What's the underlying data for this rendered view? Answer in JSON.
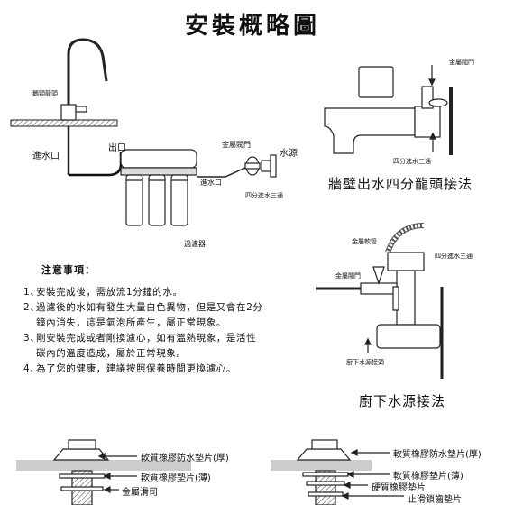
{
  "title": "安裝概略圖",
  "main_diagram": {
    "faucet": "鵝頸龍頭",
    "inlet": "進水口",
    "outlet": "出口",
    "metal_valve": "金屬閥門",
    "water_source": "水源",
    "inlet2": "進水口",
    "tee": "四分進水三通",
    "filter": "過濾器"
  },
  "wall_diagram": {
    "metal_valve": "金屬閥門",
    "tee": "四分進水三通",
    "caption": "牆壁出水四分龍頭接法"
  },
  "kitchen_diagram": {
    "hose": "金屬軟管",
    "metal_valve": "金屬閥門",
    "tee": "四分進水三通",
    "connector": "廚下水源接頭",
    "caption": "廚下水源接法"
  },
  "notes": {
    "title": "注意事項：",
    "items": [
      {
        "num": "1、",
        "lines": [
          "安裝完成後，需放流1分鐘的水。"
        ]
      },
      {
        "num": "2、",
        "lines": [
          "過濾後的水如有發生大量白色異物，但是又會在2分",
          "鐘內消失，這是氣泡所產生，屬正常現象。"
        ]
      },
      {
        "num": "3、",
        "lines": [
          "剛安裝完成或者剛換濾心，如有溫熱現象，是活性",
          "碳內的溫度造成，屬於正常現象。"
        ]
      },
      {
        "num": "4、",
        "lines": [
          "為了您的健康，建議按照保養時間更換濾心。"
        ]
      }
    ]
  },
  "mount_left": {
    "pad_thick": "軟質橡膠防水墊片(厚)",
    "pad_thin": "軟質橡膠墊片(薄)",
    "metal_washer": "金屬滑司"
  },
  "mount_right": {
    "pad_thick": "軟質橡膠防水墊片(厚)",
    "pad_thin": "軟質橡膠墊片(薄)",
    "hard_pad": "硬質橡膠墊片",
    "lock_pad": "止滑鎖齒墊片"
  }
}
